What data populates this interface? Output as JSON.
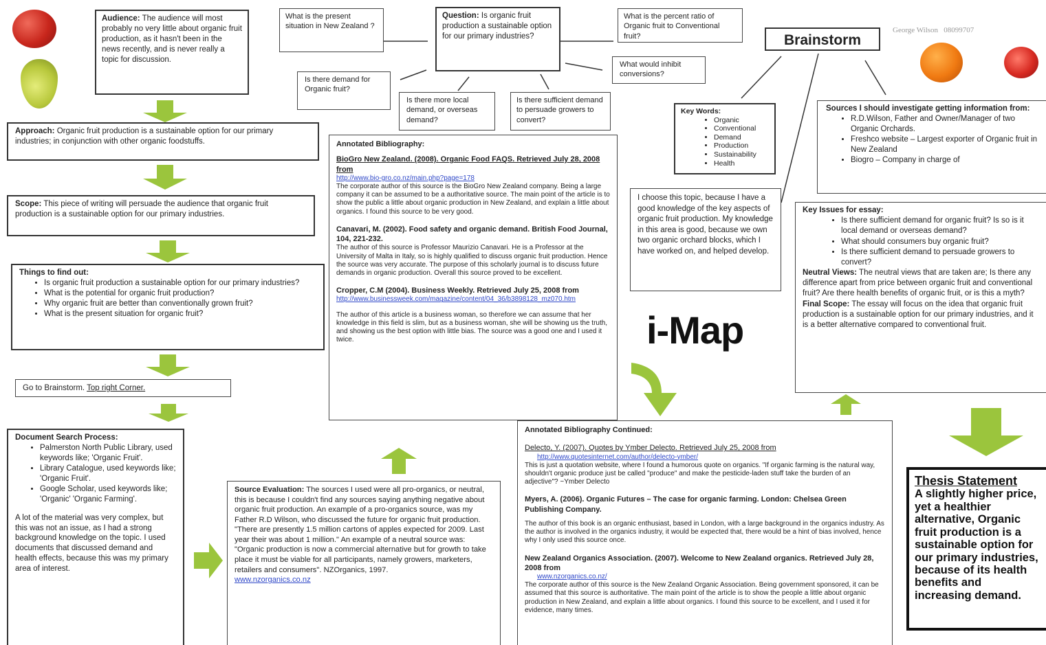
{
  "audience": {
    "label": "Audience:",
    "text": "The audience will most probably no very little about organic fruit production, as it hasn't been in the news recently, and is never really a topic for discussion."
  },
  "approach": {
    "label": "Approach:",
    "text": "Organic fruit production is a sustainable option for our primary industries; in conjunction with other organic foodstuffs."
  },
  "scope": {
    "label": "Scope:",
    "text": "This piece of writing will persuade the audience that organic fruit production is a sustainable option for our primary industries."
  },
  "things": {
    "label": "Things to find out:",
    "items": [
      "Is organic fruit production a sustainable option for our primary industries?",
      "What is the potential for organic fruit production?",
      "Why organic fruit are better than conventionally grown fruit?",
      "What is the present situation for organic fruit?"
    ]
  },
  "goto": {
    "text": "Go to Brainstorm.",
    "link": "Top right Corner."
  },
  "docsearch": {
    "label": "Document Search Process:",
    "items": [
      "Palmerston North Public Library, used keywords like; 'Organic Fruit'.",
      "Library Catalogue, used keywords like; 'Organic Fruit'.",
      "Google Scholar, used keywords like; 'Organic' 'Organic Farming'."
    ],
    "para": "A lot of the material was very complex, but this was not an issue, as I had a strong background knowledge on the topic. I used documents that discussed demand and health effects, because this was my primary area of interest."
  },
  "questions": {
    "main_label": "Question:",
    "main_text": "Is organic fruit production a sustainable option for our primary industries?",
    "q_present": "What is the present situation in New Zealand ?",
    "q_ratio": "What is the percent ratio of Organic fruit to Conventional fruit?",
    "q_demand": "Is there demand for Organic fruit?",
    "q_local": "Is there more local demand, or overseas demand?",
    "q_sufficient": "Is there sufficient demand to persuade growers to convert?",
    "q_inhibit": "What would inhibit conversions?"
  },
  "bib": {
    "title": "Annotated Bibliography:",
    "e1_cite": "BioGro New Zealand. (2008). Organic Food FAQS. Retrieved July 28, 2008 from",
    "e1_url": "http://www.bio-gro.co.nz/main.php?page=178",
    "e1_text": "The corporate author of this source is the BioGro New Zealand company. Being a large company it can be assumed to be a authoritative source. The main point of the article is to show the public a little about organic production in New Zealand, and explain a little about organics. I found this source to be very good.",
    "e2_cite": "Canavari, M. (2002). Food safety and organic demand. British Food Journal, 104, 221-232.",
    "e2_text": "The author of this source is Professor Maurizio Canavari. He is a Professor at the University of Malta in Italy, so is highly qualified to discuss organic fruit production. Hence the source was very accurate. The purpose of this scholarly journal is to discuss future demands in organic production. Overall this source proved to be excellent.",
    "e3_cite": "Cropper, C.M (2004). Business Weekly. Retrieved July 25, 2008 from",
    "e3_url": "http://www.businessweek.com/magazine/content/04_36/b3898128_mz070.htm",
    "e3_text": "The author of this article is a business woman, so therefore we can assume that her knowledge in this field is slim, but as a business woman, she will be showing us the truth, and showing us the best option with little bias. The source was a good one and I used it twice."
  },
  "bib2": {
    "title": "Annotated Bibliography Continued:",
    "e1_cite": "Delecto, Y. (2007). Quotes by Ymber Delecto. Retrieved July 25, 2008 from",
    "e1_url": "http://www.quotesinternet.com/author/delecto-ymber/",
    "e1_text": "This is just a quotation website, where I found a humorous quote on organics. \"If organic farming is the natural way, shouldn't organic produce just be called \"produce\" and make the pesticide-laden stuff take the burden of an adjective\"? ~Ymber Delecto",
    "e2_cite": "Myers, A. (2006). Organic Futures – The case for organic farming. London: Chelsea Green Publishing Company.",
    "e2_text": "The author of this book is an organic enthusiast, based in London, with a large background in the organics industry. As the author is involved in the organics industry, it would be expected that, there would be a hint of bias involved, hence why I only used this source once.",
    "e3_cite": "New Zealand Organics Association. (2007). Welcome to New Zealand organics. Retrieved July 28, 2008 from",
    "e3_url": "www.nzorganics.co.nz/",
    "e3_text": "The corporate author of this source is the New Zealand Organic Association. Being government sponsored, it can be assumed that this source is authoritative. The main point of the article is to show the people a little about organic production in New Zealand, and explain a little about organics. I found this source to be excellent, and I used it for evidence, many times."
  },
  "source_eval": {
    "label": "Source Evaluation:",
    "text": "The sources I used were all pro-organics, or neutral, this is because I couldn't find any sources saying anything negative about organic fruit production. An example of a pro-organics source, was my Father R.D Wilson, who discussed the future for organic fruit production. \"There are presently 1.5 million cartons of apples expected for 2009. Last year their was about 1 million.\" An example of a neutral source was: \"Organic production is now a commercial alternative but for growth to take place it must be viable for all participants, namely growers, marketers, retailers and consumers\". NZOrganics, 1997.",
    "link": "www.nzorganics.co.nz"
  },
  "keywords": {
    "label": "Key Words:",
    "items": [
      "Organic",
      "Conventional",
      "Demand",
      "Production",
      "Sustainability",
      "Health"
    ]
  },
  "choose": {
    "text": "I choose this topic, because I have a good knowledge of the key aspects of organic fruit production. My knowledge in this area is good, because we own two organic orchard blocks, which I have worked on, and helped develop."
  },
  "brainstorm": {
    "title": "Brainstorm",
    "author": "George Wilson   08099707"
  },
  "sources": {
    "label": "Sources I should investigate getting information from:",
    "items": [
      "R.D.Wilson, Father and Owner/Manager of two Organic Orchards.",
      "Freshco website – Largest exporter of Organic fruit in New Zealand",
      "Biogro – Company in charge of"
    ]
  },
  "keyissues": {
    "label": "Key Issues for essay:",
    "items": [
      "Is there sufficient demand for organic fruit? Is so is it local demand or overseas demand?",
      "What should consumers buy organic fruit?",
      "Is there sufficient demand to persuade growers to convert?"
    ],
    "neutral_label": "Neutral Views:",
    "neutral_text": "The neutral views that are taken are; Is there any difference apart from price between organic fruit and conventional fruit? Are there health benefits of organic fruit, or is this a myth?",
    "final_label": "Final Scope:",
    "final_text": "The essay will focus on the idea that organic fruit production is a sustainable option for our primary industries, and it is a better alternative compared to conventional fruit."
  },
  "imap": {
    "title": "i-Map"
  },
  "thesis": {
    "label": "Thesis Statement",
    "text": "A slightly higher price, yet a healthier alternative, Organic fruit production is a sustainable option for our primary industries, because of its health benefits and increasing demand."
  },
  "colors": {
    "arrow_green": "#9bc53d",
    "link_blue": "#2f48c8",
    "border": "#333333"
  }
}
